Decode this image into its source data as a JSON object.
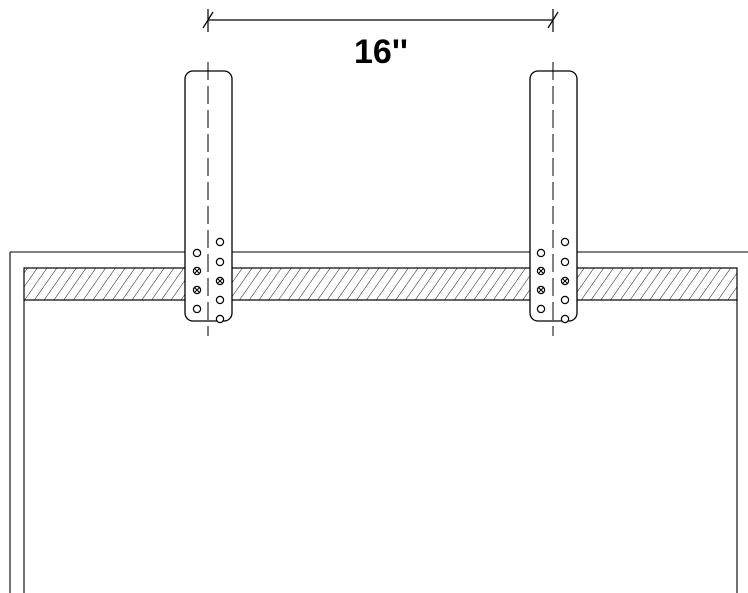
{
  "dimension": {
    "label": "16''"
  },
  "colors": {
    "line": "#000000",
    "background": "#ffffff"
  },
  "straps": [
    {
      "name": "left-strap",
      "holes": {
        "left_column": [
          "open",
          "screw",
          "screw",
          "open"
        ],
        "right_column": [
          "open",
          "open",
          "screw",
          "open",
          "open"
        ]
      }
    },
    {
      "name": "right-strap",
      "holes": {
        "left_column": [
          "open",
          "screw",
          "screw",
          "open"
        ],
        "right_column": [
          "open",
          "open",
          "screw",
          "open",
          "open"
        ]
      }
    }
  ]
}
